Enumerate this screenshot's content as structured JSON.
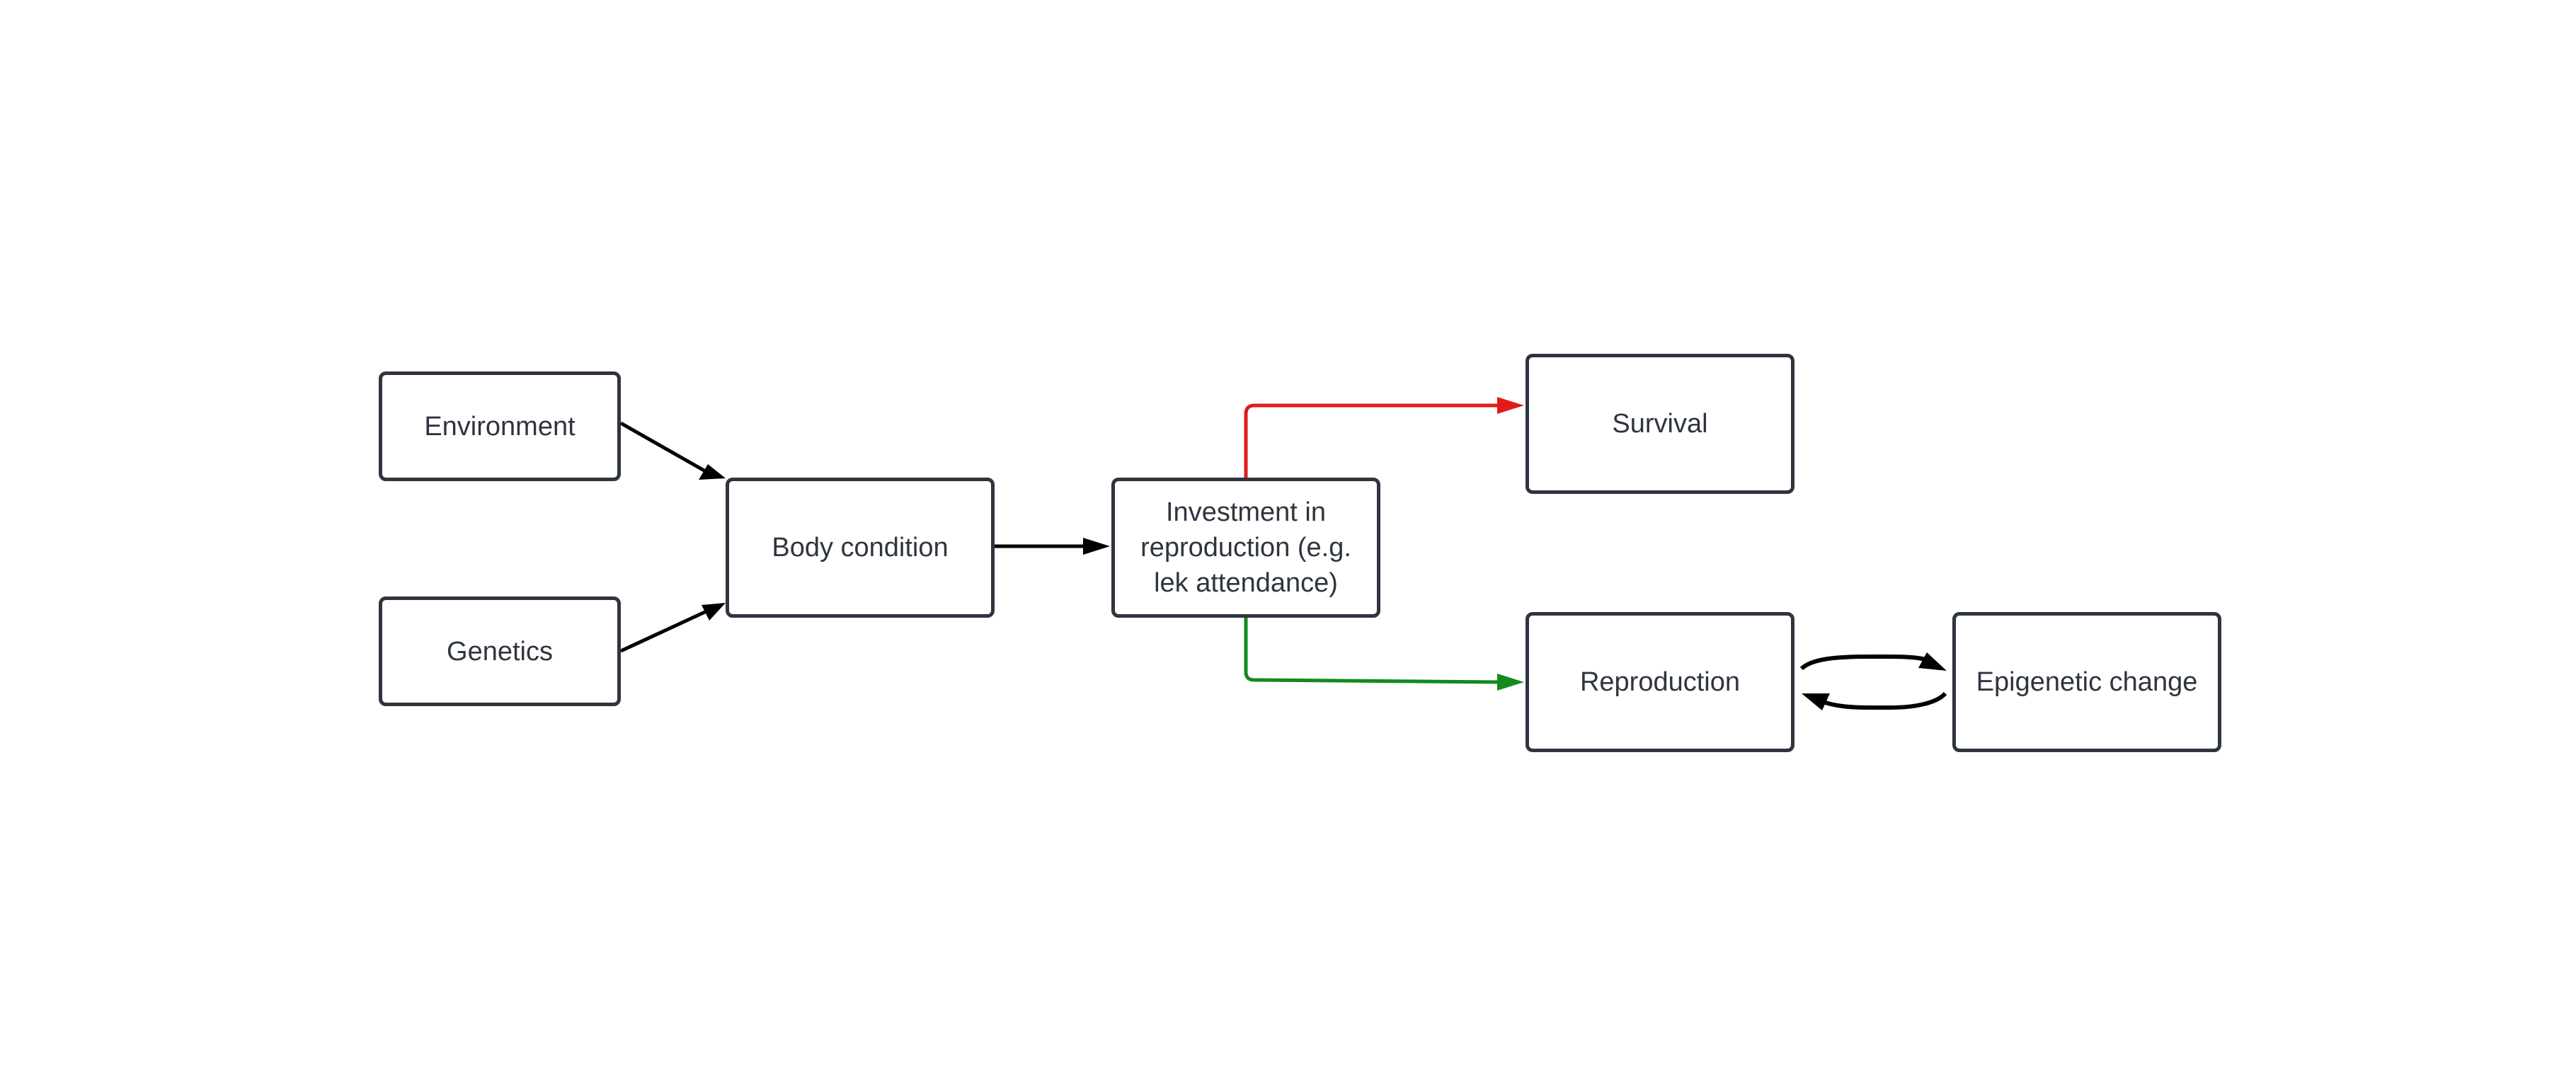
{
  "diagram": {
    "nodes": {
      "environment": {
        "label": "Environment"
      },
      "genetics": {
        "label": "Genetics"
      },
      "body_condition": {
        "label": "Body condition"
      },
      "investment": {
        "label": "Investment in reproduction (e.g. lek attendance)"
      },
      "survival": {
        "label": "Survival"
      },
      "reproduction": {
        "label": "Reproduction"
      },
      "epigenetic": {
        "label": "Epigenetic change"
      }
    },
    "edges": [
      {
        "from": "Environment",
        "to": "Body condition",
        "color": "#000000"
      },
      {
        "from": "Genetics",
        "to": "Body condition",
        "color": "#000000"
      },
      {
        "from": "Body condition",
        "to": "Investment in reproduction (e.g. lek attendance)",
        "color": "#000000"
      },
      {
        "from": "Investment in reproduction (e.g. lek attendance)",
        "to": "Survival",
        "color": "#e01b1b"
      },
      {
        "from": "Investment in reproduction (e.g. lek attendance)",
        "to": "Reproduction",
        "color": "#128a1e"
      },
      {
        "from": "Reproduction",
        "to": "Epigenetic change",
        "color": "#000000"
      },
      {
        "from": "Epigenetic change",
        "to": "Reproduction",
        "color": "#000000"
      }
    ],
    "colors": {
      "node_border": "#2f353f",
      "text": "#2f353f",
      "negative_edge": "#e01b1b",
      "positive_edge": "#128a1e",
      "neutral_edge": "#000000"
    }
  }
}
